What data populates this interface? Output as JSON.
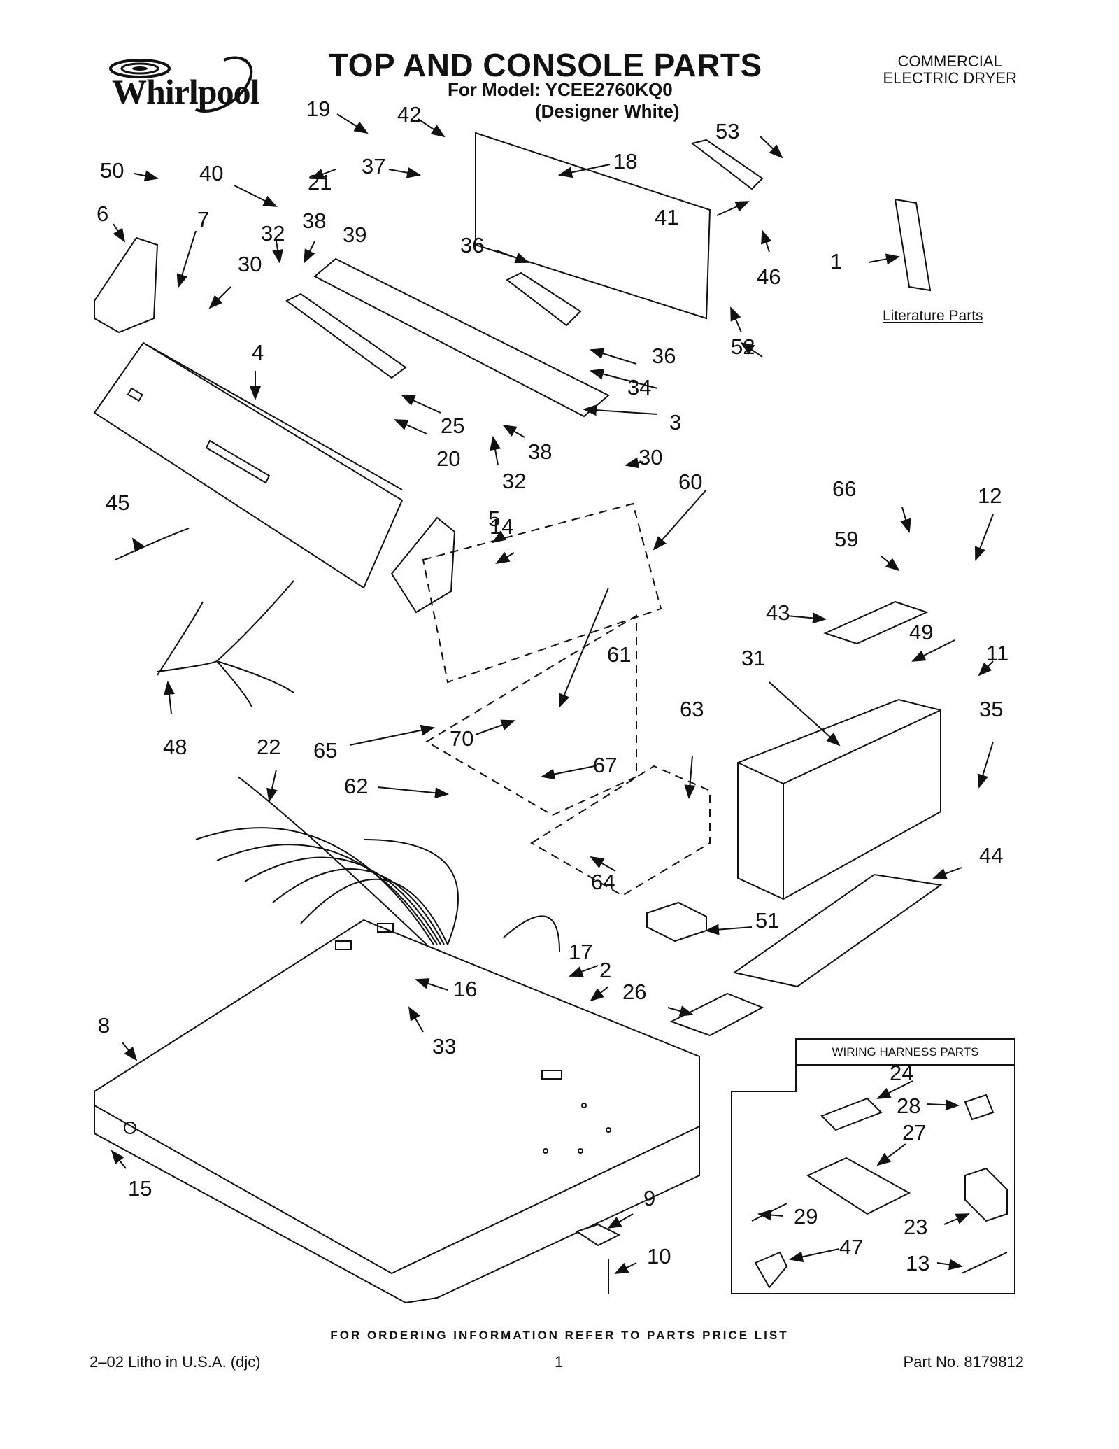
{
  "header": {
    "brand": "Whirlpool",
    "title": "TOP AND CONSOLE PARTS",
    "model_line": "For Model: YCEE2760KQ0",
    "color_line": "(Designer White)",
    "corner_line1": "COMMERCIAL",
    "corner_line2": "ELECTRIC DRYER"
  },
  "literature_label": "Literature Parts",
  "inset": {
    "title": "WIRING HARNESS PARTS"
  },
  "callouts": {
    "c1": "1",
    "c2": "2",
    "c3": "3",
    "c4": "4",
    "c5": "5",
    "c6": "6",
    "c7": "7",
    "c8": "8",
    "c9": "9",
    "c10": "10",
    "c11": "11",
    "c12": "12",
    "c13": "13",
    "c14": "14",
    "c15": "15",
    "c16": "16",
    "c17": "17",
    "c18": "18",
    "c19": "19",
    "c20": "20",
    "c21": "21",
    "c22": "22",
    "c23": "23",
    "c24": "24",
    "c25": "25",
    "c26": "26",
    "c27": "27",
    "c28": "28",
    "c29": "29",
    "c30a": "30",
    "c30b": "30",
    "c31": "31",
    "c32a": "32",
    "c32b": "32",
    "c33": "33",
    "c34": "34",
    "c35": "35",
    "c36a": "36",
    "c36b": "36",
    "c37": "37",
    "c38a": "38",
    "c38b": "38",
    "c39": "39",
    "c40": "40",
    "c41": "41",
    "c42": "42",
    "c43": "43",
    "c44": "44",
    "c45": "45",
    "c46": "46",
    "c47": "47",
    "c48": "48",
    "c49": "49",
    "c50": "50",
    "c51": "51",
    "c52": "52",
    "c53": "53",
    "c59": "59",
    "c60": "60",
    "c61": "61",
    "c62": "62",
    "c63": "63",
    "c64": "64",
    "c65": "65",
    "c66": "66",
    "c67": "67",
    "c70": "70"
  },
  "footer": {
    "note": "FOR ORDERING INFORMATION REFER TO PARTS PRICE LIST",
    "left": "2–02 Litho in U.S.A. (djc)",
    "page": "1",
    "part_no": "Part No. 8179812"
  }
}
